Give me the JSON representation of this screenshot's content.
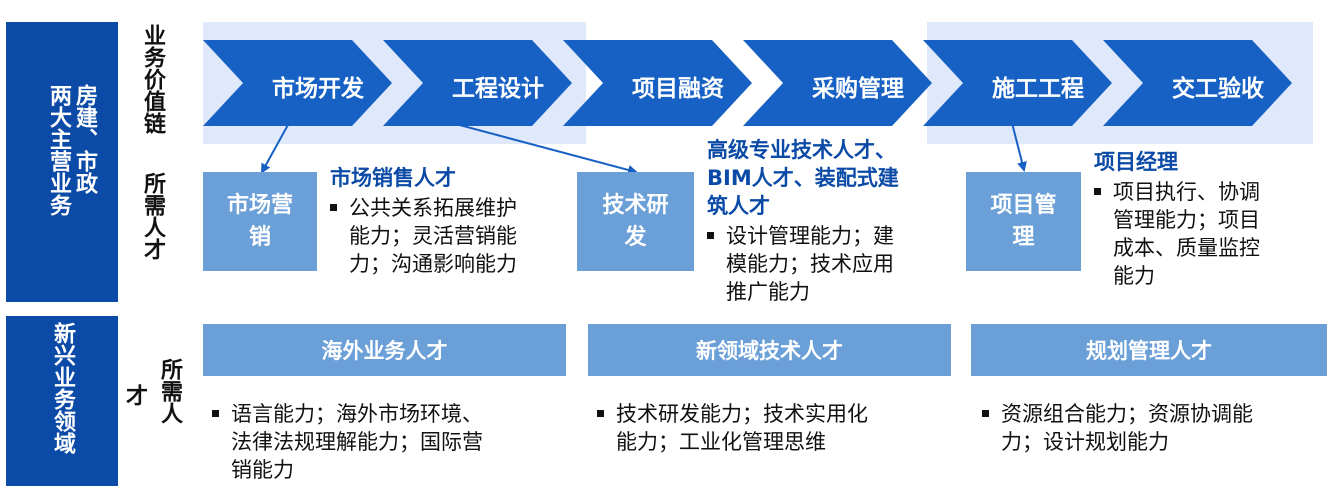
{
  "sidebar": {
    "top": {
      "col1": "两大主营业务",
      "col2": "房建、市政"
    },
    "bottom": {
      "label": "新兴业务领域"
    }
  },
  "row_labels": {
    "value_chain": "业务价值链",
    "talent_top": "所需人才",
    "talent_bottom_col1": "所需人",
    "talent_bottom_col2": "才"
  },
  "value_chain": [
    "市场开发",
    "工程设计",
    "项目融资",
    "采购管理",
    "施工工程",
    "交工验收"
  ],
  "talent_groups": [
    {
      "box": "市场营销",
      "title_lines": [
        "市场销售人才"
      ],
      "bullet_lines": [
        "公共关系拓展维护",
        "能力；灵活营销能",
        "力；沟通影响能力"
      ]
    },
    {
      "box": "技术研发",
      "title_lines": [
        "高级专业技术人才、",
        "BIM人才、装配式建",
        "筑人才"
      ],
      "bullet_lines": [
        "设计管理能力；建",
        "模能力；技术应用",
        "推广能力"
      ]
    },
    {
      "box": "项目管理",
      "title_lines": [
        "项目经理"
      ],
      "bullet_lines": [
        "项目执行、协调",
        "管理能力；项目",
        "成本、质量监控",
        "能力"
      ]
    }
  ],
  "emerging": [
    {
      "header": "海外业务人才",
      "lines": [
        "语言能力；海外市场环境、",
        "法律法规理解能力；国际营",
        "销能力"
      ]
    },
    {
      "header": "新领域技术人才",
      "lines": [
        "技术研发能力；技术实用化",
        "能力；工业化管理思维"
      ]
    },
    {
      "header": "规划管理人才",
      "lines": [
        "资源组合能力；资源协调能",
        "力；设计规划能力"
      ]
    }
  ],
  "colors": {
    "dark_blue": "#0b4aa6",
    "chevron": "#1760c4",
    "light_band": "#dfe9fb",
    "box_blue": "#6a9fd8"
  }
}
